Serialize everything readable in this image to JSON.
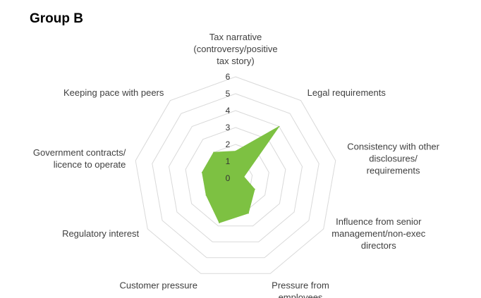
{
  "chart_data": {
    "type": "radar",
    "title": "Group B",
    "categories": [
      "Tax narrative (controversy/positive tax story)",
      "Legal requirements",
      "Consistency with other disclosures/ requirements",
      "Influence from senior management/non-exec directors",
      "Pressure from employees",
      "Customer pressure",
      "Regulatory interest",
      "Government contracts/ licence to operate",
      "Keeping pace with peers"
    ],
    "category_lines": [
      [
        "Tax narrative",
        "(controversy/positive",
        "tax story)"
      ],
      [
        "Legal requirements"
      ],
      [
        "Consistency with other",
        "disclosures/",
        "requirements"
      ],
      [
        "Influence from senior",
        "management/non-exec",
        "directors"
      ],
      [
        "Pressure from",
        "employees"
      ],
      [
        "Customer pressure"
      ],
      [
        "Regulatory interest"
      ],
      [
        "Government contracts/",
        "licence to operate"
      ],
      [
        "Keeping pace with peers"
      ]
    ],
    "series": [
      {
        "values": [
          1.6,
          4.0,
          0.5,
          1.3,
          2.2,
          2.8,
          2.0,
          2.0,
          2.0
        ]
      }
    ],
    "rlim": [
      0,
      6
    ],
    "ticks": [
      "0",
      "1",
      "2",
      "3",
      "4",
      "5",
      "6"
    ],
    "grid": true,
    "fill_color": "#7DC142",
    "grid_color": "#D9D9D9"
  }
}
